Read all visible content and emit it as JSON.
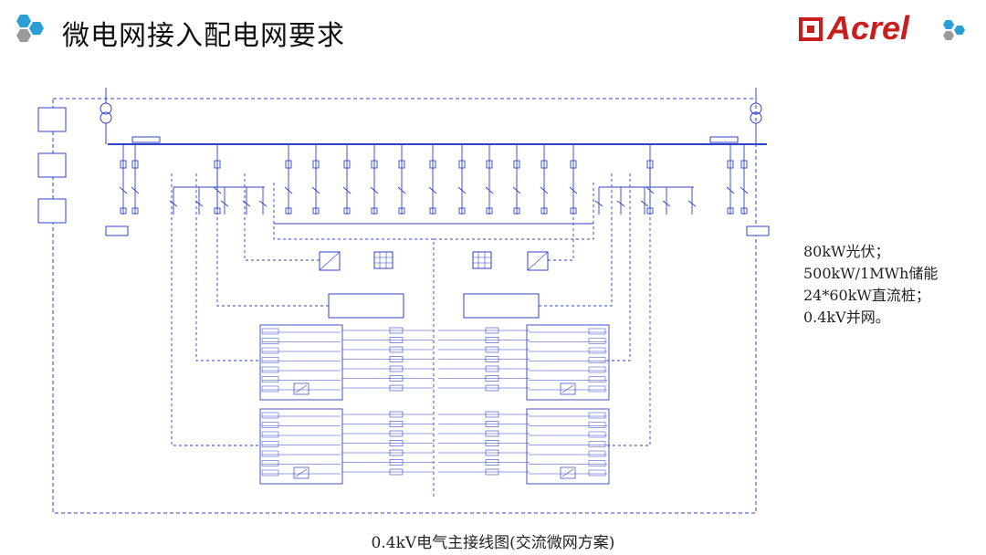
{
  "header": {
    "title": "微电网接入配电网要求",
    "logo_text": "Acrel"
  },
  "notes": [
    "80kW光伏；",
    "500kW/1MWh储能",
    "24*60kW直流桩；",
    "0.4kV并网。"
  ],
  "caption": "0.4kV电气主接线图(交流微网方案)",
  "colors": {
    "accent_blue": "#2a9fd6",
    "accent_gray": "#8a8a8a",
    "logo_red": "#c81e1e",
    "line_blue": "#2f43c8"
  }
}
